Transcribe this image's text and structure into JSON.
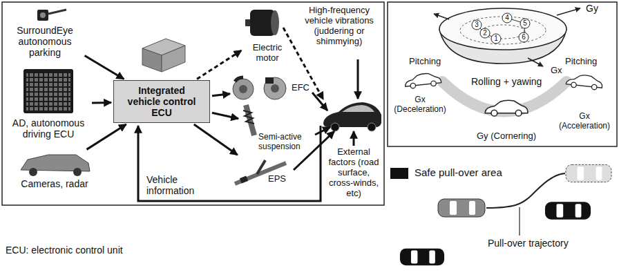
{
  "diagram": {
    "nodes": [
      {
        "text": [
          "SurroundEye autonomous parking"
        ]
      },
      {
        "text": [
          "AD, autonomous driving ECU"
        ]
      },
      {
        "text": [
          "Cameras, radar"
        ]
      },
      {
        "text": [
          "Integrated vehicle control ECU"
        ]
      },
      {
        "text": [
          "Electric motor"
        ]
      },
      {
        "text": [
          "EFC"
        ]
      },
      {
        "text": [
          "Semi-active suspension"
        ]
      },
      {
        "text": [
          "EPS"
        ]
      }
    ],
    "edges": [
      {
        "from": 0,
        "to": 3,
        "arrow": "to"
      },
      {
        "from": 1,
        "to": 3,
        "arrow": "to"
      },
      {
        "from": 2,
        "to": 3,
        "arrow": "to"
      },
      {
        "from": 3,
        "to": 4,
        "arrow": "to"
      },
      {
        "from": 3,
        "to": 5,
        "arrow": "to"
      },
      {
        "from": 3,
        "to": 6,
        "arrow": "to"
      },
      {
        "from": 3,
        "to": 7,
        "arrow": "to"
      }
    ],
    "labels": [
      "High-frequency vehicle vibrations (juddering or shimmying)",
      "External factors (road surface, cross-winds, etc)",
      "Vehicle information",
      "ECU: electronic control unit",
      "Gy",
      "Pitching",
      "Rolling + yawing",
      "Gx",
      "Pitching",
      "Gx (Deceleration)",
      "Gy (Cornering)",
      "Gx (Acceleration)",
      "1",
      "2",
      "3",
      "4",
      "5",
      "6",
      "Pull-over trajectory"
    ],
    "legend": [
      {
        "text": "Safe pull-over area",
        "color": "#111111"
      }
    ]
  }
}
